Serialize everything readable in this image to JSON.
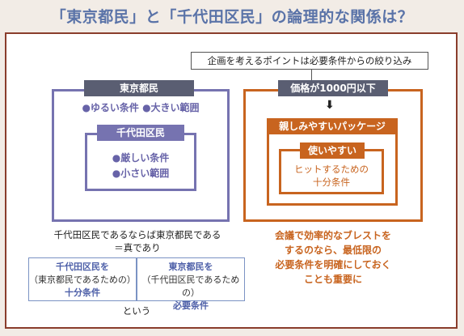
{
  "title": "「東京都民」と「千代田区民」の論理的な関係は？",
  "note": "企画を考えるポイントは必要条件からの絞り込み",
  "left": {
    "outer_label": "東京都民",
    "outer_conditions": "●ゆるい条件 ●大きい範囲",
    "inner_label": "千代田区民",
    "inner_condition_1": "●厳しい条件",
    "inner_condition_2": "●小さい範囲",
    "statement_1": "千代田区民であるならば東京都民である",
    "statement_2": "＝真であり",
    "sufficient": {
      "subject": "千代田区民を",
      "relation": "（東京都民であるための）",
      "term": "十分条件"
    },
    "necessary": {
      "subject": "東京都民を",
      "relation": "（千代田区民であるための）",
      "term": "必要条件"
    },
    "conclusion": "という"
  },
  "right": {
    "outer_label": "価格が1000円以下",
    "arrow": "⬇",
    "middle_label": "親しみやすいパッケージ",
    "inner_label": "使いやすい",
    "inner_text_1": "ヒットするための",
    "inner_text_2": "十分条件",
    "advice_1": "会議で効率的なブレストを",
    "advice_2": "するのなら、最低限の",
    "advice_3": "必要条件を明確にしておく",
    "advice_4": "ことも重要に"
  }
}
